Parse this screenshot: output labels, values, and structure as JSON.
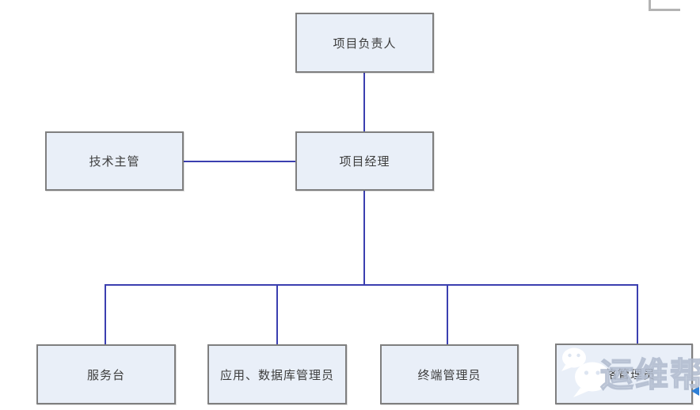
{
  "colors": {
    "line": "#3b3fb0",
    "box_fill": "#e9eff8",
    "box_border": "#7f7f7f",
    "text": "#3d3d3d",
    "watermark_stroke": "#b7c2d3",
    "arrow": "#2e7fd6",
    "corner_mark": "#b3b3b3"
  },
  "org_chart": {
    "type": "org-chart",
    "nodes": {
      "project_leader": {
        "label": "项目负责人"
      },
      "tech_supervisor": {
        "label": "技术主管"
      },
      "project_manager": {
        "label": "项目经理"
      },
      "service_desk": {
        "label": "服务台"
      },
      "app_db_admin": {
        "label": "应用、数据库管理员"
      },
      "terminal_admin": {
        "label": "终端管理员"
      },
      "network_admin": {
        "label": "网络管理员"
      }
    },
    "edges": [
      {
        "from": "project_leader",
        "to": "project_manager"
      },
      {
        "from": "tech_supervisor",
        "to": "project_manager"
      },
      {
        "from": "project_manager",
        "to": "service_desk"
      },
      {
        "from": "project_manager",
        "to": "app_db_admin"
      },
      {
        "from": "project_manager",
        "to": "terminal_admin"
      },
      {
        "from": "project_manager",
        "to": "network_admin"
      }
    ],
    "watermark": {
      "text": "运维帮",
      "icon": "wechat-icon"
    }
  }
}
